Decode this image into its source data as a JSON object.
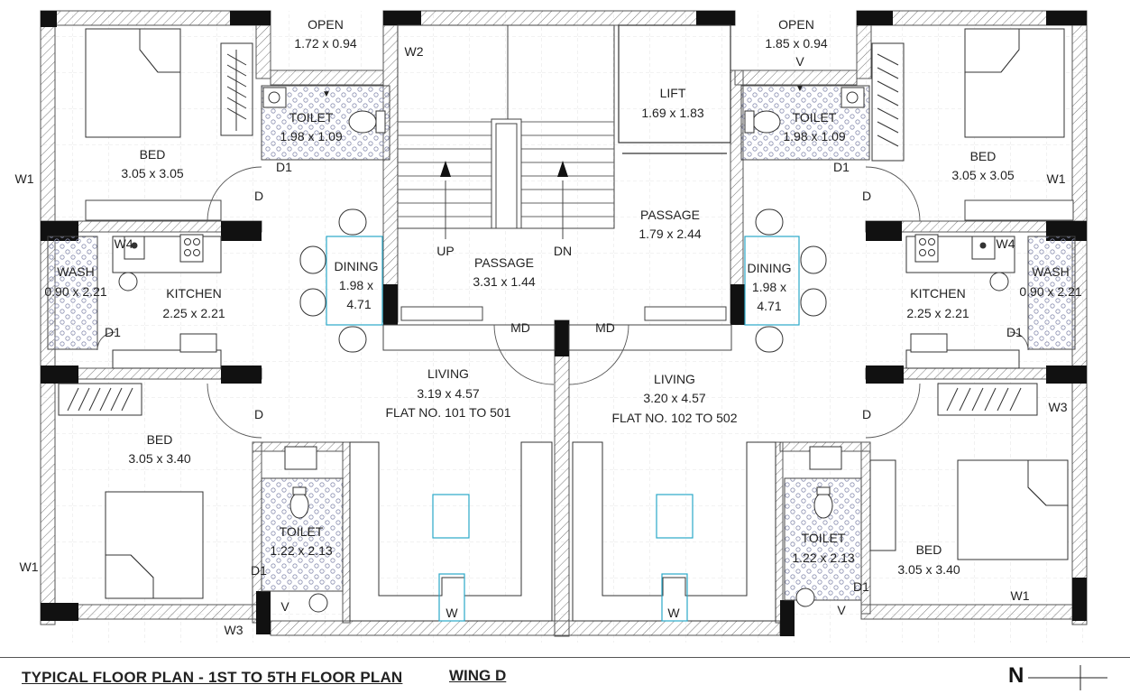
{
  "plan": {
    "title": "TYPICAL FLOOR PLAN - 1ST TO 5TH FLOOR PLAN",
    "wing": "WING D",
    "north": "N"
  },
  "rooms": {
    "open_left": {
      "name": "OPEN",
      "size": "1.72 x 0.94"
    },
    "open_right": {
      "name": "OPEN",
      "size": "1.85 x 0.94"
    },
    "lift": {
      "name": "LIFT",
      "size": "1.69 x 1.83"
    },
    "passage_top": {
      "name": "PASSAGE",
      "size": "1.79 x 2.44"
    },
    "passage_mid": {
      "name": "PASSAGE",
      "size": "3.31 x 1.44"
    },
    "toilet_tl": {
      "name": "TOILET",
      "size": "1.98 x 1.09"
    },
    "toilet_tr": {
      "name": "TOILET",
      "size": "1.98 x 1.09"
    },
    "bed_tl": {
      "name": "BED",
      "size": "3.05 x 3.05"
    },
    "bed_tr": {
      "name": "BED",
      "size": "3.05 x 3.05"
    },
    "wash_l": {
      "name": "WASH",
      "size": "0.90 x 2.21"
    },
    "wash_r": {
      "name": "WASH",
      "size": "0.90 x 2.21"
    },
    "kitchen_l": {
      "name": "KITCHEN",
      "size": "2.25 x 2.21"
    },
    "kitchen_r": {
      "name": "KITCHEN",
      "size": "2.25 x 2.21"
    },
    "dining_l": {
      "name": "DINING",
      "size1": "1.98 x",
      "size2": "4.71"
    },
    "dining_r": {
      "name": "DINING",
      "size1": "1.98 x",
      "size2": "4.71"
    },
    "living_l": {
      "name": "LIVING",
      "size": "3.19 x 4.57",
      "flat": "FLAT NO. 101 TO 501"
    },
    "living_r": {
      "name": "LIVING",
      "size": "3.20 x 4.57",
      "flat": "FLAT NO. 102 TO 502"
    },
    "bed_bl": {
      "name": "BED",
      "size": "3.05 x 3.40"
    },
    "bed_br": {
      "name": "BED",
      "size": "3.05 x 3.40"
    },
    "toilet_bl": {
      "name": "TOILET",
      "size": "1.22 x 2.13"
    },
    "toilet_br": {
      "name": "TOILET",
      "size": "1.22 x 2.13"
    }
  },
  "labels": {
    "stair_up": "UP",
    "stair_dn": "DN",
    "md": "MD",
    "door": "D",
    "door1": "D1",
    "w1": "W1",
    "w2": "W2",
    "w3": "W3",
    "w4": "W4",
    "w": "W",
    "v": "V"
  }
}
